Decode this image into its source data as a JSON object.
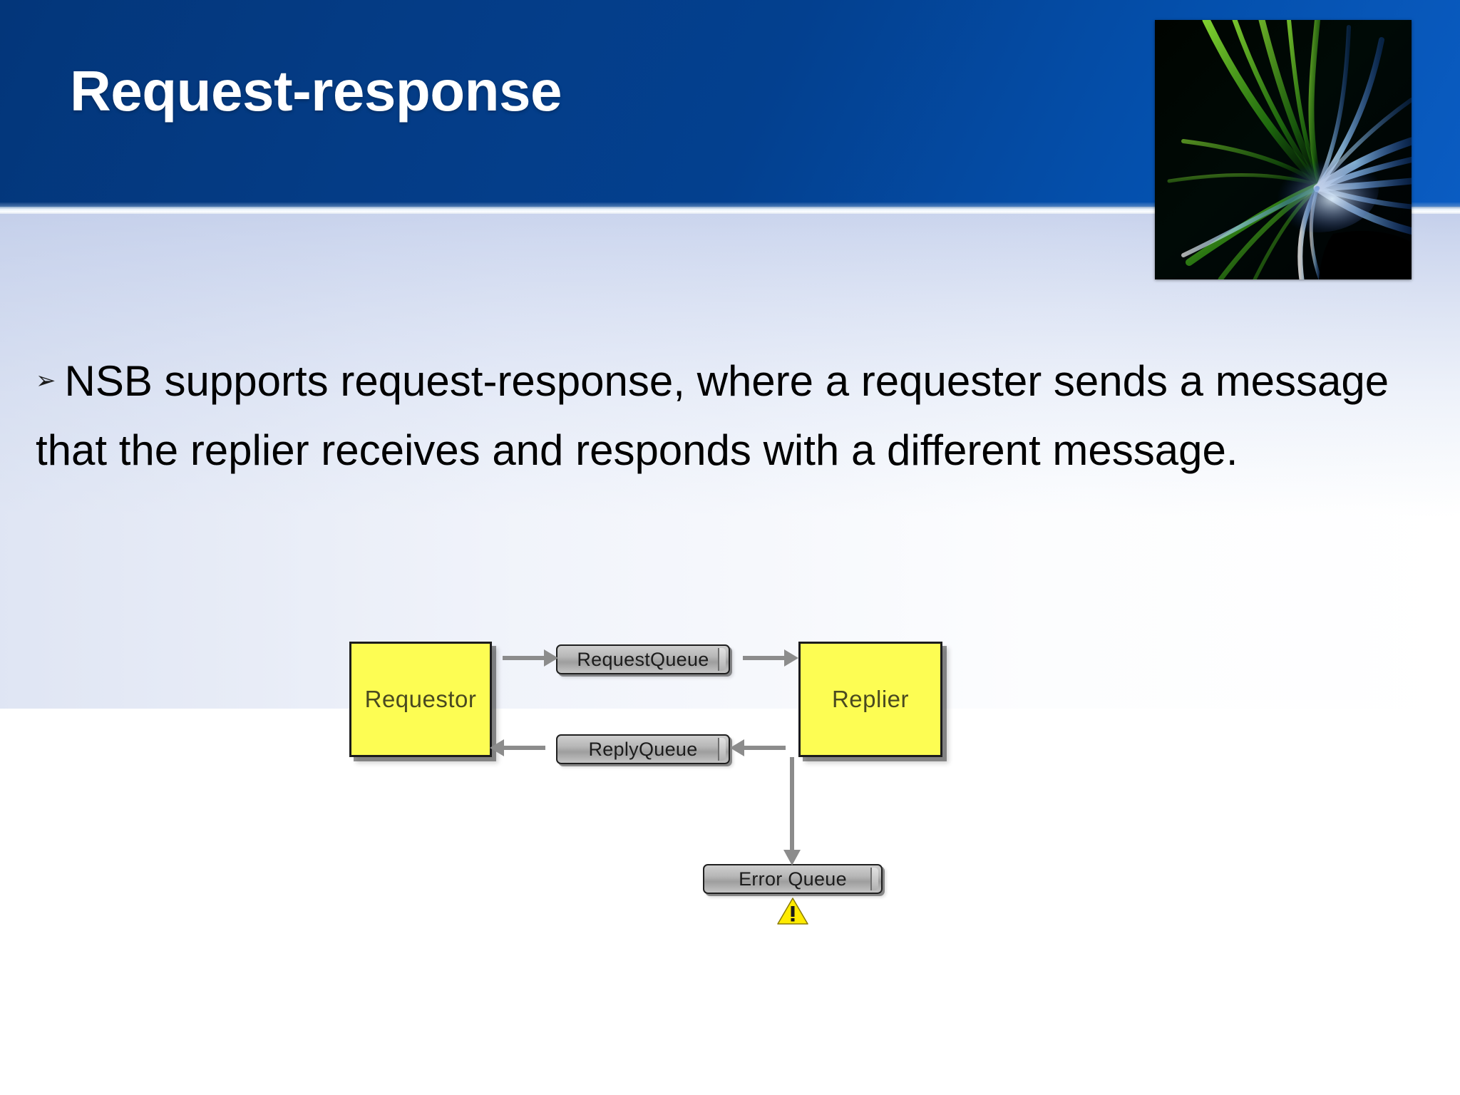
{
  "slide": {
    "title": "Request-response",
    "body_lines": [
      "NSB supports request-response, where a requester sends a message that the replier receives and responds with a different message."
    ],
    "bullet_glyph": "➢"
  },
  "colors": {
    "header_dark_blue": "#03367a",
    "header_light_blue": "#0a5cc2",
    "title_text": "#ffffff",
    "body_text": "#000000",
    "node_fill": "#fdfd53",
    "node_border": "#1c1c1c",
    "queue_fill": "#b8b8b8",
    "arrow": "#8c8c8c",
    "warning_yellow": "#ffeb00",
    "background_wash_top": "#c3ceea",
    "background_bottom": "#ffffff"
  },
  "diagram": {
    "name": "request-response-flow",
    "nodes": [
      {
        "id": "requestor",
        "label": "Requestor",
        "type": "process"
      },
      {
        "id": "replier",
        "label": "Replier",
        "type": "process"
      }
    ],
    "queues": [
      {
        "id": "request-queue",
        "label": "RequestQueue"
      },
      {
        "id": "reply-queue",
        "label": "ReplyQueue"
      },
      {
        "id": "error-queue",
        "label": "Error Queue"
      }
    ],
    "arrows": [
      {
        "from": "requestor",
        "to": "request-queue",
        "direction": "right"
      },
      {
        "from": "request-queue",
        "to": "replier",
        "direction": "right"
      },
      {
        "from": "reply-queue",
        "to": "requestor",
        "direction": "left"
      },
      {
        "from": "replier",
        "to": "reply-queue",
        "direction": "left"
      },
      {
        "from": "replier",
        "to": "error-queue",
        "direction": "down"
      }
    ],
    "icons": [
      {
        "id": "warning",
        "name": "warning-triangle-icon",
        "near": "error-queue"
      }
    ]
  },
  "decoration": {
    "name": "abstract-light-streaks-image",
    "description": "Green and blue light streaks on black"
  }
}
